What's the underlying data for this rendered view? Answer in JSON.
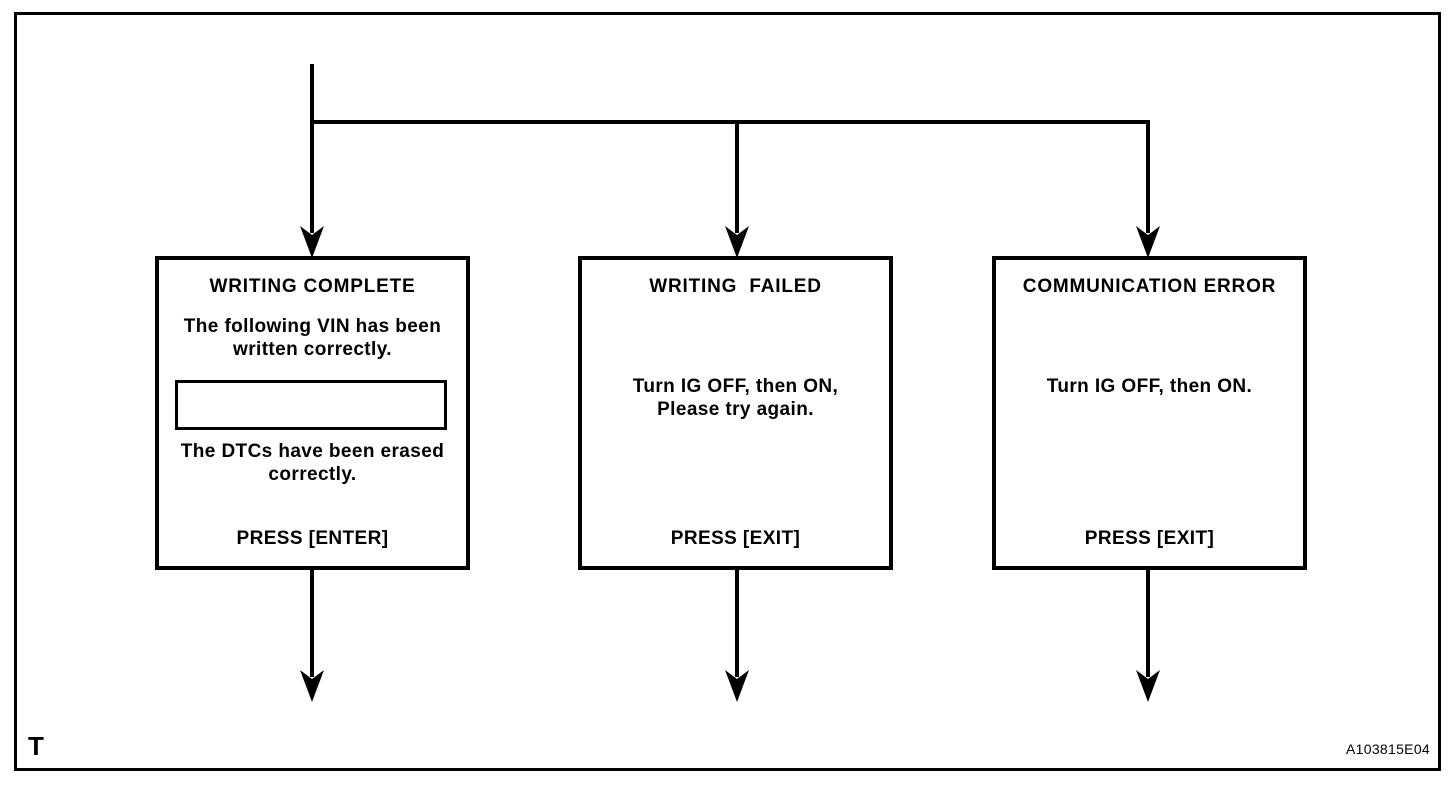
{
  "figure": {
    "page_marker": "T",
    "figure_code": "A103815E04"
  },
  "colors": {
    "line": "#000000",
    "background": "#ffffff"
  },
  "boxes": [
    {
      "id": "writing-complete",
      "title": "WRITING COMPLETE",
      "body_top": "The following VIN has been\nwritten correctly.",
      "vin_field_value": "",
      "body_bottom": "The DTCs have been erased\ncorrectly.",
      "action": "PRESS [ENTER]"
    },
    {
      "id": "writing-failed",
      "title": "WRITING  FAILED",
      "body": "Turn IG OFF, then ON,\nPlease try again.",
      "action": "PRESS [EXIT]"
    },
    {
      "id": "communication-error",
      "title": "COMMUNICATION ERROR",
      "body": "Turn IG OFF, then ON.",
      "action": "PRESS [EXIT]"
    }
  ]
}
